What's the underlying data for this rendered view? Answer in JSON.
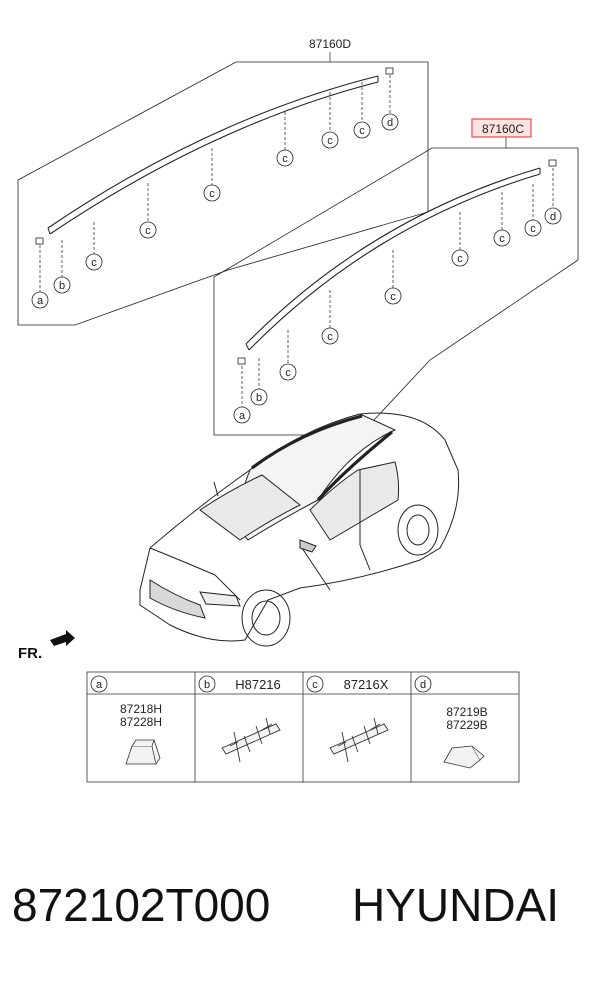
{
  "assemblies": {
    "upper": {
      "part_number": "87160D"
    },
    "lower": {
      "part_number": "87160C"
    }
  },
  "callouts": {
    "a": "a",
    "b": "b",
    "c": "c",
    "d": "d"
  },
  "direction_label": "FR.",
  "legend": [
    {
      "key": "a",
      "parts": [
        "87218H",
        "87228H"
      ]
    },
    {
      "key": "b",
      "parts": [
        "H87216"
      ]
    },
    {
      "key": "c",
      "parts": [
        "87216X"
      ]
    },
    {
      "key": "d",
      "parts": [
        "87219B",
        "87229B"
      ]
    }
  ],
  "footer": {
    "part_number": "872102T000",
    "brand": "HYUNDAI"
  },
  "colors": {
    "line": "#222222",
    "highlight": "#e05050",
    "highlight_fill": "#fde2e2"
  }
}
